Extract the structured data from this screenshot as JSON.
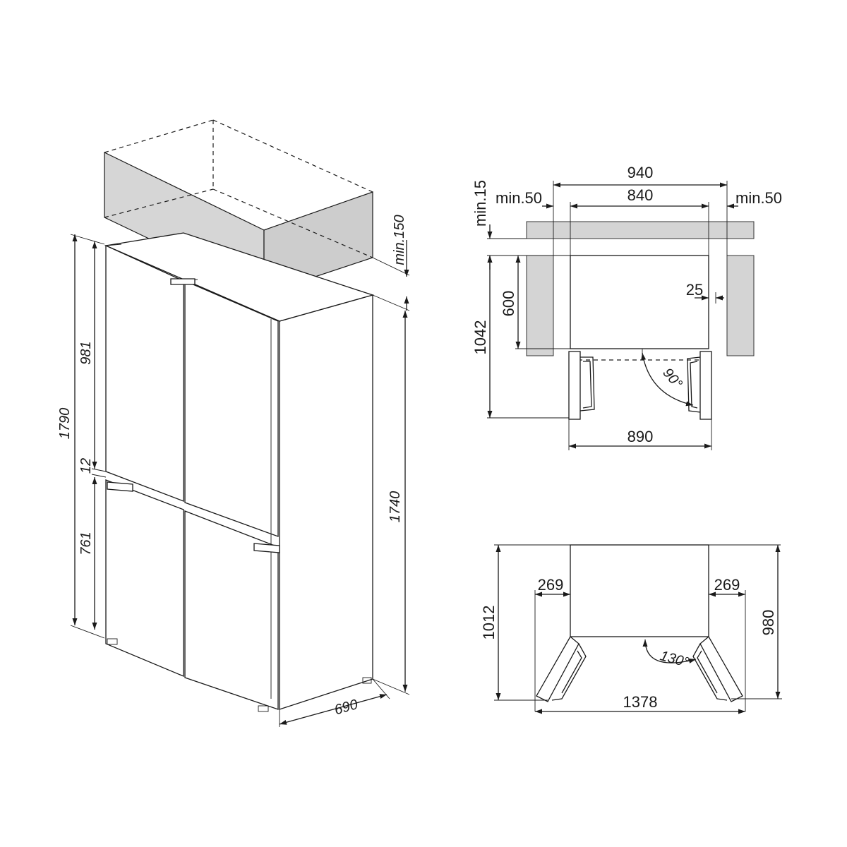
{
  "iso_view": {
    "height_total": "1790",
    "height_upper": "981",
    "gap": "12",
    "height_lower": "761",
    "height_side": "1740",
    "depth": "690",
    "top_clearance": "min.150"
  },
  "top_view": {
    "width_outer": "940",
    "width_inner": "840",
    "side_clear_left": "min.50",
    "side_clear_right": "min.50",
    "top_clear": "min.15",
    "depth_total": "1042",
    "depth_body": "600",
    "door_gap": "25",
    "door_angle": "90°",
    "width_doors": "890"
  },
  "open_view": {
    "depth_open": "1012",
    "depth_body": "980",
    "door_left": "269",
    "door_right": "269",
    "door_angle": "130°",
    "width_open": "1378"
  },
  "colors": {
    "line": "#1a1a1a",
    "grey": "#d4d4d4"
  }
}
